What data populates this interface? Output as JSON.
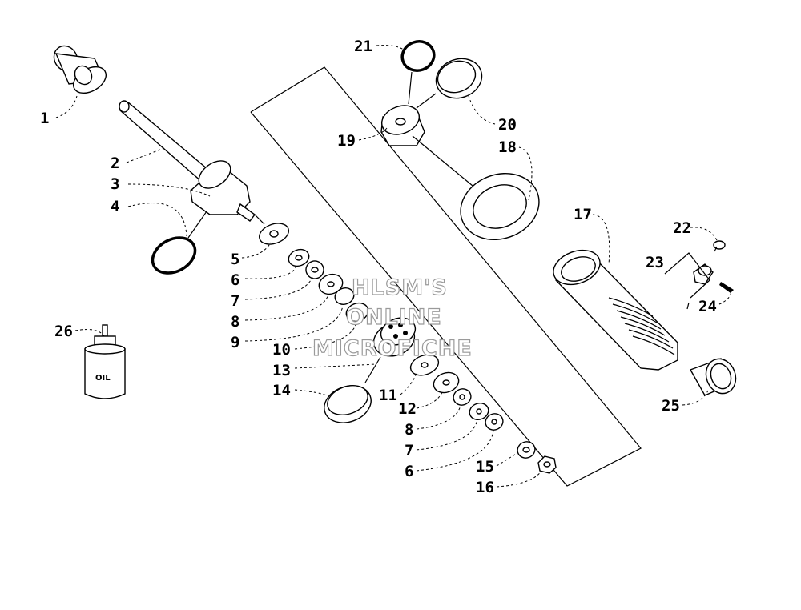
{
  "callouts": {
    "c1": "1",
    "c2": "2",
    "c3": "3",
    "c4": "4",
    "c5": "5",
    "c6a": "6",
    "c7a": "7",
    "c8a": "8",
    "c9": "9",
    "c10": "10",
    "c11": "11",
    "c12": "12",
    "c13": "13",
    "c14": "14",
    "c15": "15",
    "c16": "16",
    "c17": "17",
    "c18": "18",
    "c19": "19",
    "c20": "20",
    "c21": "21",
    "c22": "22",
    "c23": "23",
    "c24": "24",
    "c25": "25",
    "c26": "26",
    "c8b": "8",
    "c7b": "7",
    "c6b": "6"
  },
  "oil_label": "OIL",
  "watermark": {
    "line1": "HLSM'S",
    "line2": "ONLINE",
    "line3": "MICROFICHE"
  }
}
